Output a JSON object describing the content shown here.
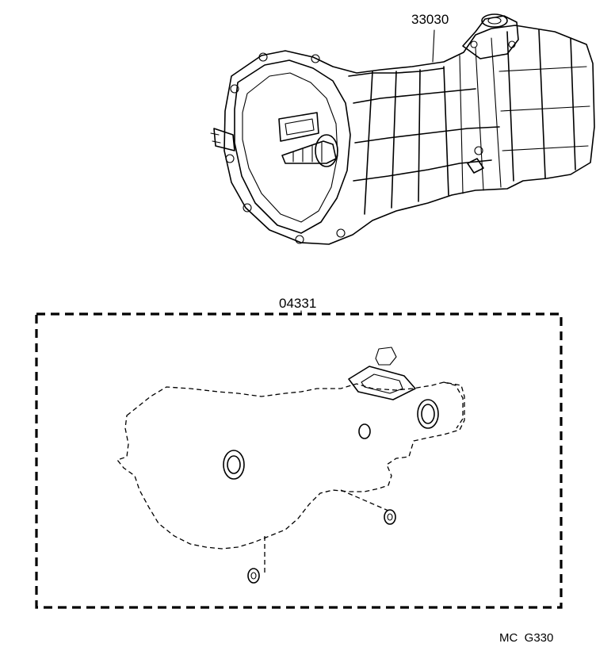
{
  "labels": {
    "transmission_part": "33030",
    "gasket_kit": "04331",
    "figure_code": "MC  G330"
  }
}
